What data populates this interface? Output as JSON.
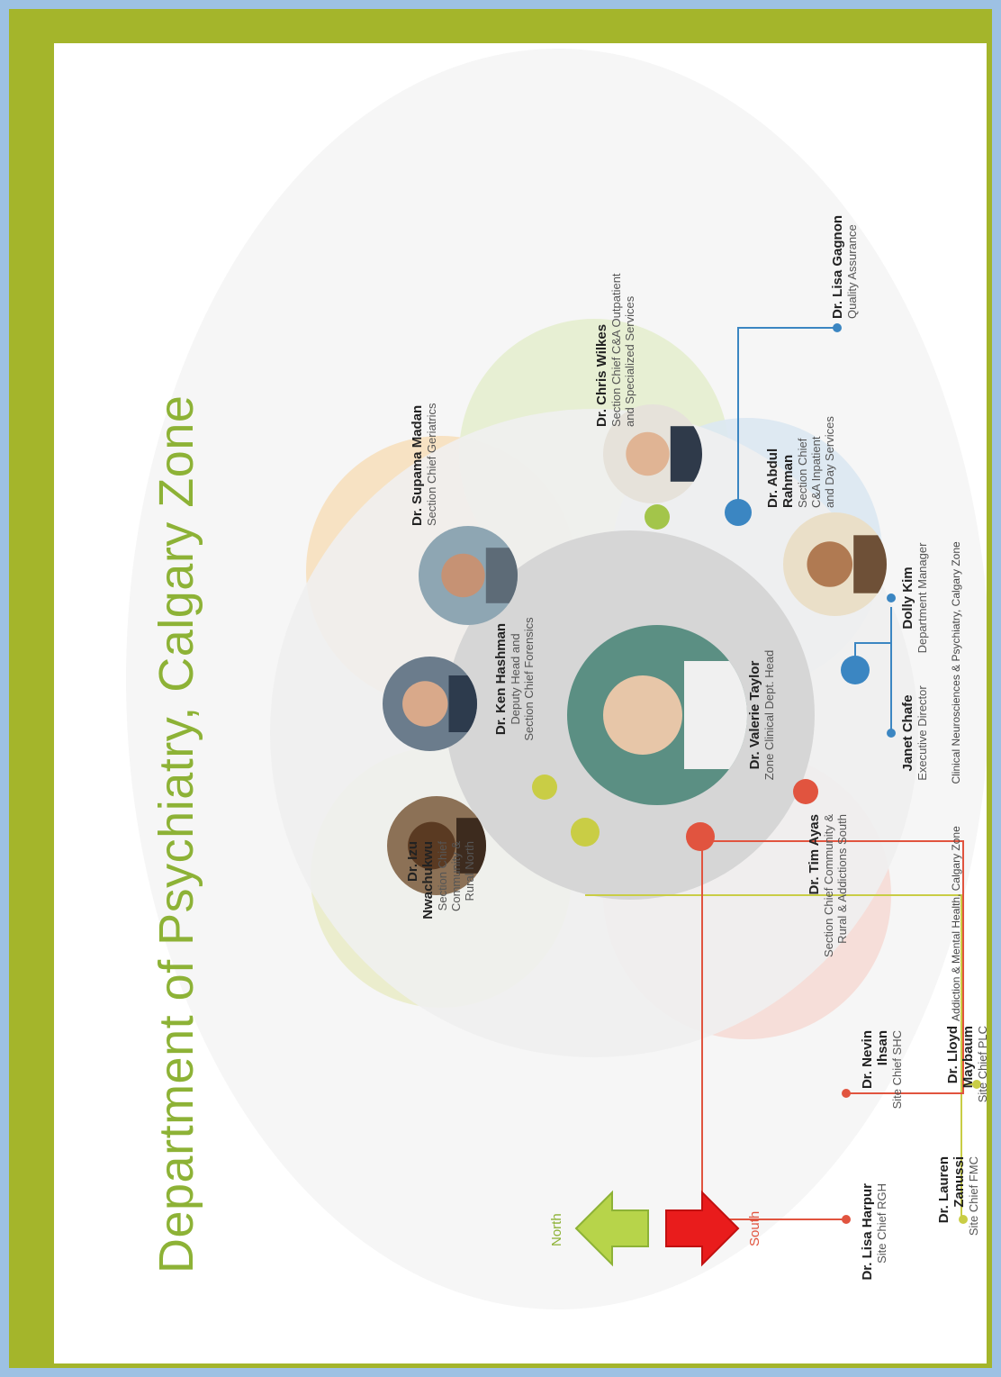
{
  "title": "Department of Psychiatry, Calgary Zone",
  "colors": {
    "accent_green": "#8db236",
    "south_red": "#e1543f",
    "north_olive": "#c9cd45",
    "blue": "#3b86c2",
    "orange": "#f29a1c",
    "frame": "#a4b52b"
  },
  "center": {
    "name": "Dr. Valerie Taylor",
    "role": "Zone Clinical Dept. Head"
  },
  "deputy": {
    "name": "Dr. Ken Hashman",
    "role1": "Deputy Head and",
    "role2": "Section Chief Forensics"
  },
  "izu": {
    "name1": "Dr. Izu",
    "name2": "Nwachukwu",
    "role1": "Section Chief",
    "role2": "Community &",
    "role3": "Rural North"
  },
  "supama": {
    "name": "Dr. Supama Madan",
    "role": "Section Chief Geriatrics"
  },
  "wilkes": {
    "name": "Dr. Chris Wilkes",
    "role1": "Section Chief C&A Outpatient",
    "role2": "and Specialized Services"
  },
  "rahman": {
    "name1": "Dr. Abdul",
    "name2": "Rahman",
    "role1": "Section Chief",
    "role2": "C&A Inpatient",
    "role3": "and Day Services"
  },
  "gagnon": {
    "name": "Dr. Lisa Gagnon",
    "role": "Quality Assurance"
  },
  "ayas": {
    "name": "Dr. Tim Ayas",
    "role1": "Section Chief Community &",
    "role2": "Rural & Addictions South"
  },
  "chafe": {
    "name": "Janet Chafe",
    "role": "Executive Director",
    "org": "Addiction & Mental Health, Calgary Zone"
  },
  "kim": {
    "name": "Dolly Kim",
    "role": "Department Manager",
    "org": "Clinical Neurosciences & Psychiatry, Calgary Zone"
  },
  "zanussi": {
    "name1": "Dr. Lauren",
    "name2": "Zanussi",
    "role": "Site Chief FMC"
  },
  "maybaum": {
    "name1": "Dr. Lloyd",
    "name2": "Maybaum",
    "role": "Site Chief PLC"
  },
  "ihsan": {
    "name1": "Dr. Nevin",
    "name2": "Ihsan",
    "role": "Site Chief SHC"
  },
  "harpur": {
    "name": "Dr. Lisa Harpur",
    "role": "Site Chief RGH"
  },
  "legend": {
    "north": "North",
    "south": "South"
  }
}
